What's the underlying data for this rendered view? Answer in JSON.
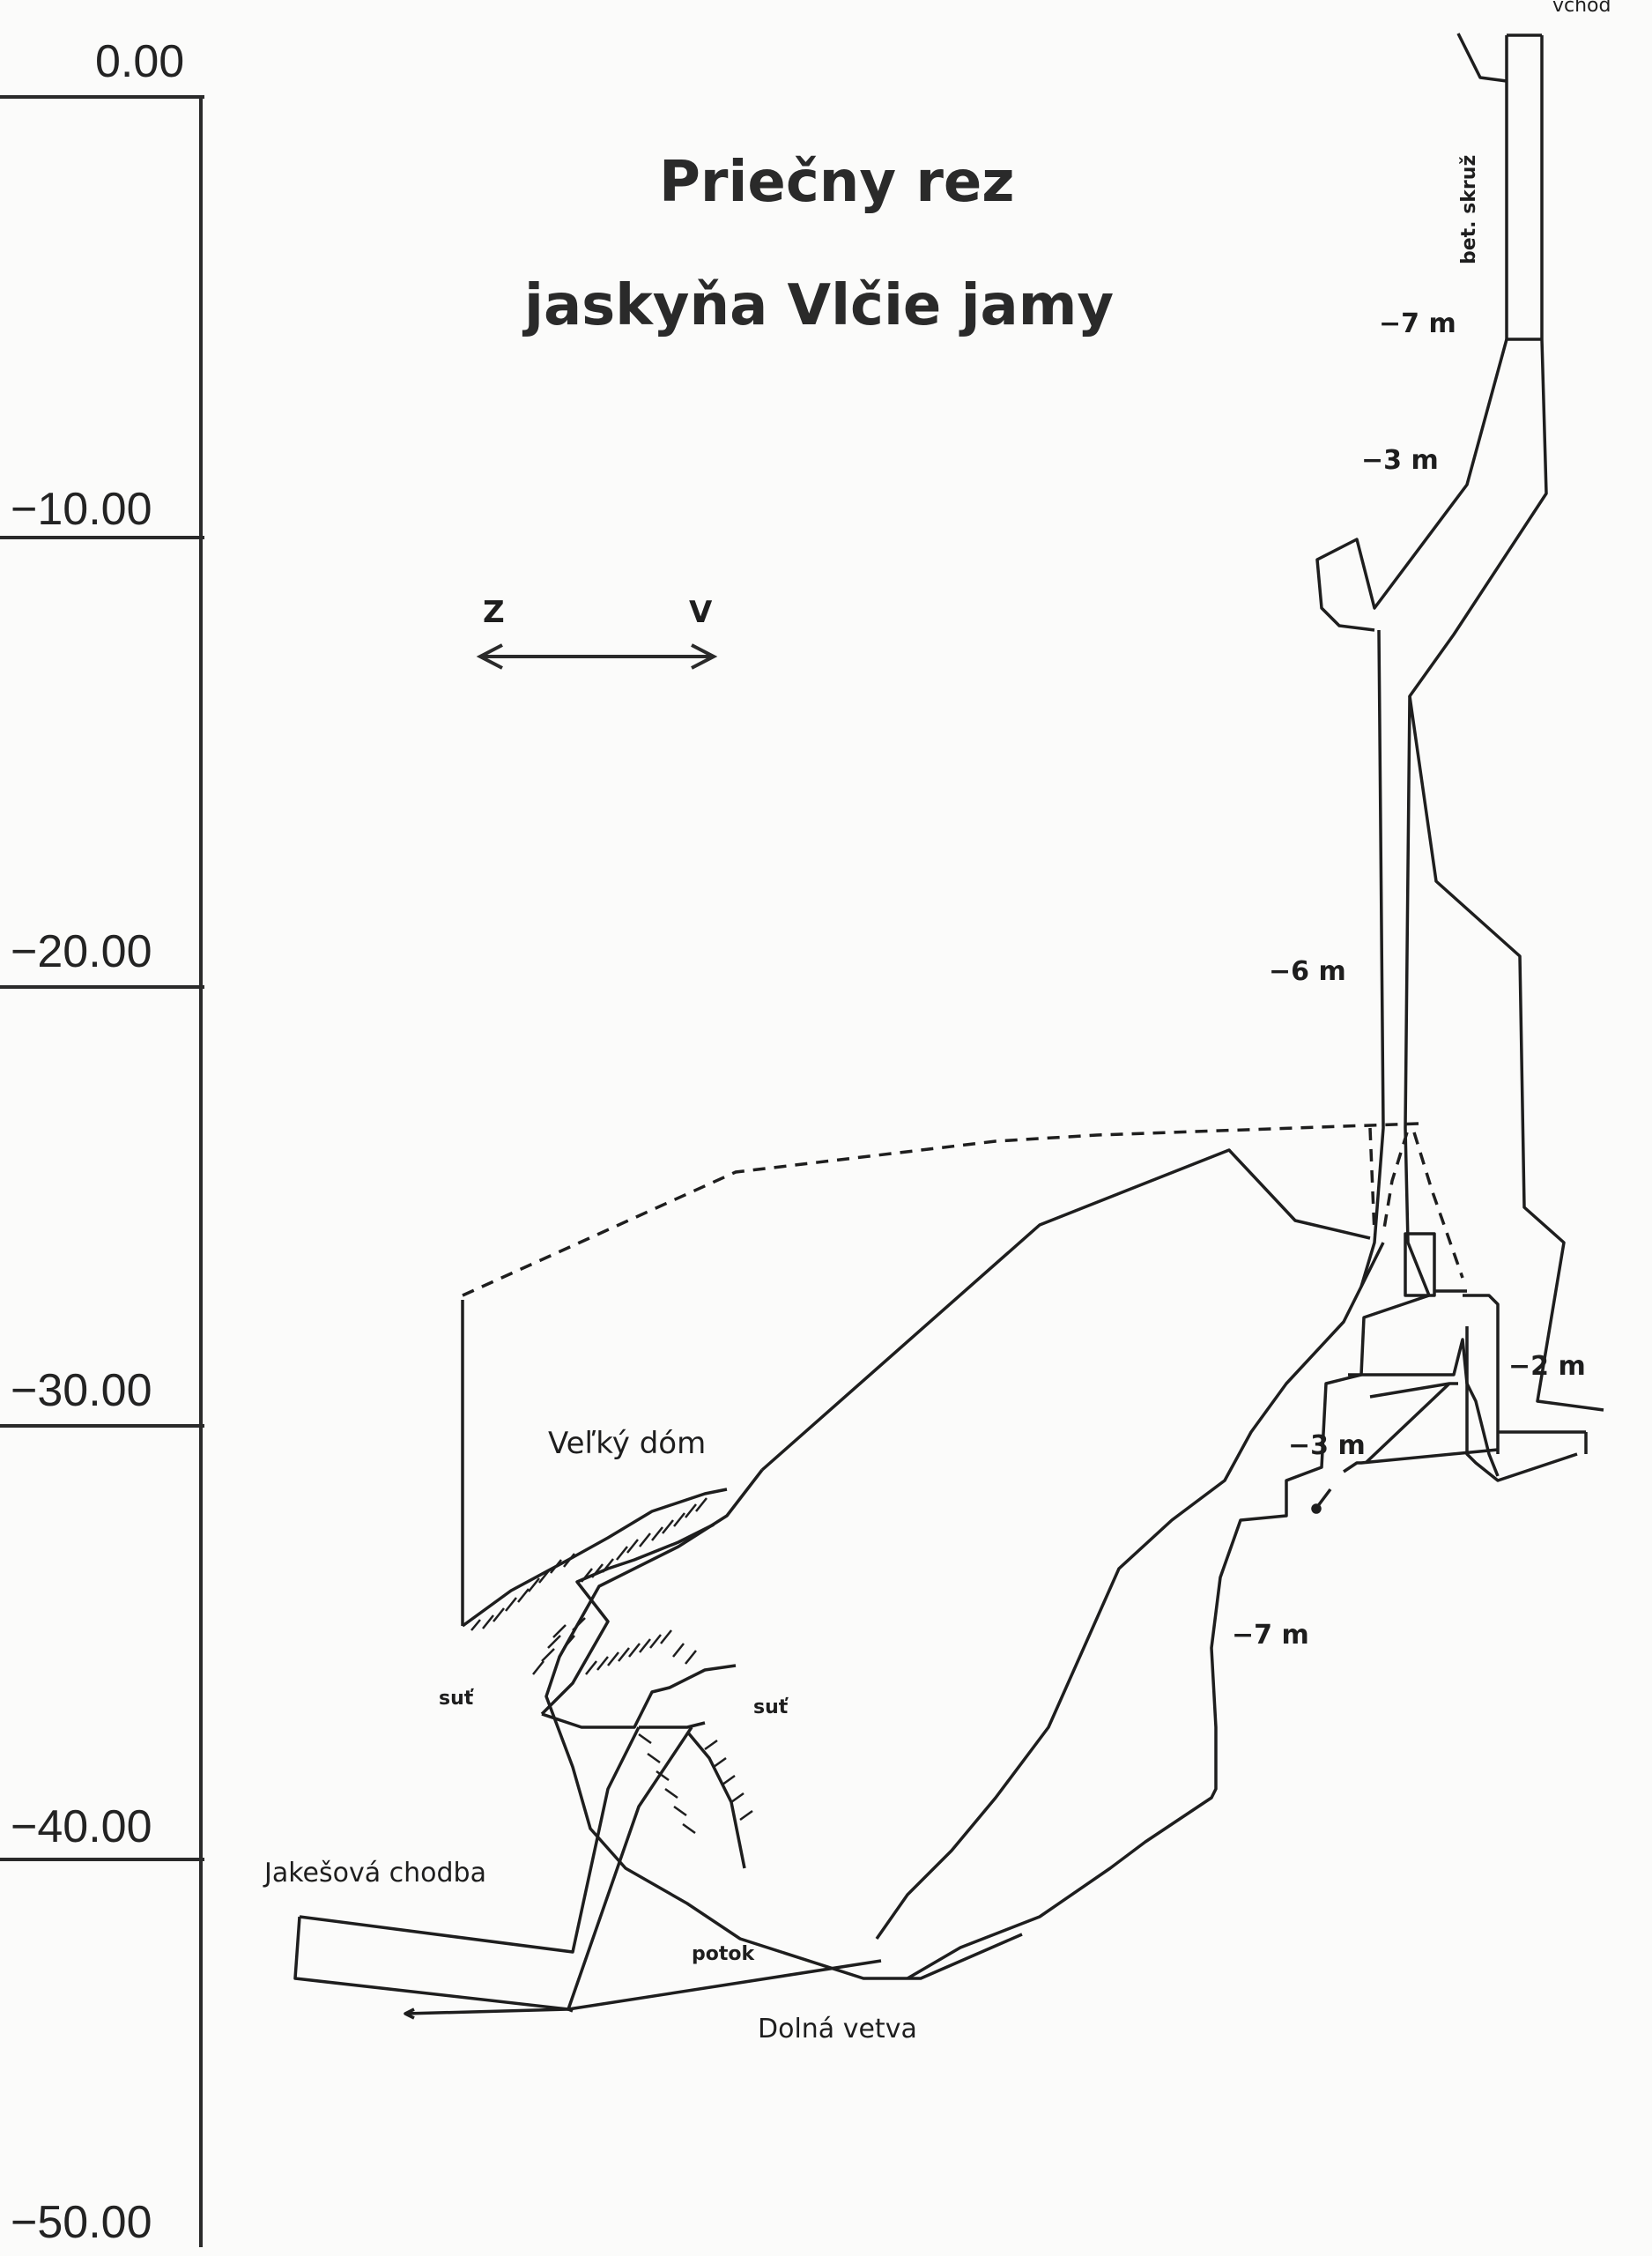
{
  "title": {
    "line1": "Priečny rez",
    "line2": "jaskyňa Vlčie jamy"
  },
  "depth_scale": [
    "0.00",
    "−10.00",
    "−20.00",
    "−30.00",
    "−40.00",
    "−50.00"
  ],
  "compass": {
    "west": "Z",
    "east": "V"
  },
  "labels": {
    "top_right": "vchod",
    "concrete_ring": "bet. skruž",
    "m7_top": "−7 m",
    "m3_top": "−3 m",
    "m6": "−6 m",
    "m2": "−2 m",
    "m3_lower": "−3 m",
    "m7_lower": "−7 m",
    "big_dome": "Veľký dóm",
    "scree1": "suť",
    "scree2": "suť",
    "jakes_corridor": "Jakešová chodba",
    "stream": "potok",
    "lower_branch": "Dolná vetva"
  },
  "colors": {
    "ink": "#1e1e1e",
    "paper": "#fbfbfa"
  }
}
